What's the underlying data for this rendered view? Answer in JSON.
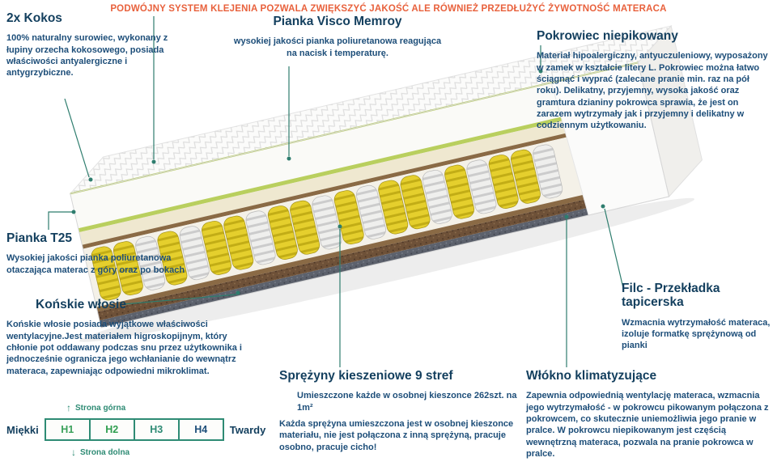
{
  "header": {
    "text": "PODWÓJNY SYSTEM KLEJENIA POZWALA ZWIĘKSZYĆ JAKOŚĆ ALE RÓWNIEŻ PRZEDŁUŻYĆ ŻYWOTNOŚĆ MATERACA"
  },
  "callouts": {
    "kokos": {
      "title": "2x Kokos",
      "body": "100% naturalny surowiec, wykonany z łupiny orzecha kokosowego, posiada właściwości antyalergiczne i antygrzybiczne."
    },
    "visco": {
      "title": "Pianka Visco Memroy",
      "body": "wysokiej jakości pianka poliuretanowa reagująca na nacisk i temperaturę."
    },
    "pokrowiec": {
      "title": "Pokrowiec niepikowany",
      "body": "Materiał hipoalergiczny, antyuczuleniowy, wyposażony w zamek w kształcie litery L. Pokrowiec można łatwo ściągnąć i wyprać (zalecane pranie min. raz na pół roku). Delikatny, przyjemny, wysoka jakość oraz gramtura dzianiny pokrowca sprawia, że jest on zarazem wytrzymały jak i przyjemny i delikatny w codziennym użytkowaniu."
    },
    "t25": {
      "title": "Pianka T25",
      "body": "Wysokiej jakości pianka poliuretanowa otaczająca materac z góry oraz po bokach"
    },
    "wlosie": {
      "title": "Końskie włosie",
      "body": "Końskie włosie posiada wyjątkowe właściwości wentylacyjne.Jest materiałem higroskopijnym, który chłonie pot oddawany podczas snu przez użytkownika i jednocześnie ogranicza jego wchłanianie do wewnątrz materaca, zapewniając odpowiedni mikroklimat."
    },
    "filc": {
      "title": "Filc - Przekładka tapicerska",
      "body": "Wzmacnia wytrzymałość materaca, izoluje formatkę sprężynową od pianki"
    },
    "wlokno": {
      "title": "Włókno klimatyzujące",
      "body": "Zapewnia odpowiednią wentylację materaca, wzmacnia jego wytrzymałość - w pokrowcu pikowanym połączona z pokrowcem, co skutecznie uniemożliwia jego pranie w pralce. W pokrowcu niepikowanym jest częścią wewnętrzną materaca, pozwala na pranie pokrowca w pralce."
    },
    "sprezyny": {
      "title": "Sprężyny kieszeniowe 9 stref",
      "body1": "Umieszczone każde w osobnej kieszonce 262szt. na 1m²",
      "body2": "Każda sprężyna umieszczona jest w osobnej kieszonce materiału, nie jest połączona z inną sprężyną, pracuje osobno, pracuje cicho!"
    }
  },
  "scale": {
    "left_label": "Miękki",
    "right_label": "Twardy",
    "levels": [
      {
        "label": "H1",
        "color": "#3aa05a"
      },
      {
        "label": "H2",
        "color": "#2f9e4f"
      },
      {
        "label": "H3",
        "color": "#2e8b74"
      },
      {
        "label": "H4",
        "color": "#1d4e79"
      }
    ],
    "top_note": "Strona górna",
    "bottom_note": "Strona dolna",
    "arrow_up": "↑",
    "arrow_down": "↓"
  },
  "colors": {
    "header_accent": "#e8613c",
    "heading_navy": "#133f5e",
    "body_blue": "#1d4e79",
    "callout_line": "#2e7d6e",
    "spring_yellow": "#e5cf2d",
    "scale_border": "#2e8b74",
    "felt_brown": "#8a6a45"
  }
}
